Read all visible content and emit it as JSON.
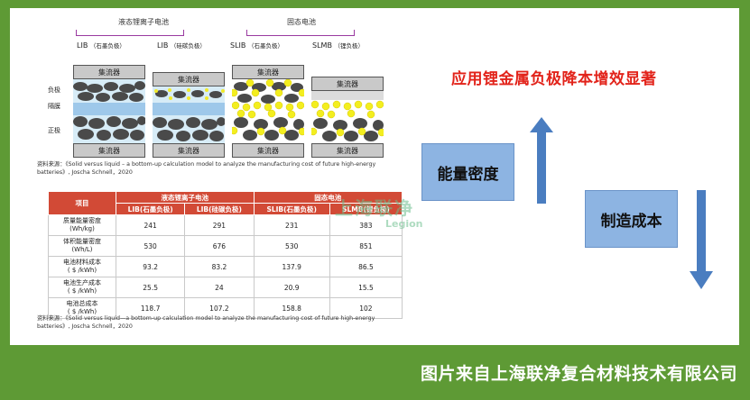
{
  "figure": {
    "group_left": "液态锂离子电池",
    "group_right": "固态电池",
    "cells": [
      {
        "name": "LIB",
        "sub": "（石墨负极）"
      },
      {
        "name": "LIB",
        "sub": "（硅碳负极）"
      },
      {
        "name": "SLIB",
        "sub": "（石墨负极）"
      },
      {
        "name": "SLMB",
        "sub": "（锂负极）"
      }
    ],
    "side_labels": [
      "负极",
      "隔膜",
      "正极"
    ],
    "collector": "集流器",
    "source": "资料来源：《Solid versus liquid – a bottom-up calculation model to analyze the manufacturing cost of future high-energy batteries》, Joscha Schnell，2020"
  },
  "table": {
    "header_item": "项目",
    "group_left": "液态锂离子电池",
    "group_right": "固态电池",
    "columns": [
      "LIB(石墨负极)",
      "LIB(硅碳负极)",
      "SLIB(石墨负极)",
      "SLMB(锂负极)"
    ],
    "rows": [
      {
        "label1": "质量能量密度",
        "label2": "(Wh/kg)",
        "values": [
          "241",
          "291",
          "231",
          "383"
        ]
      },
      {
        "label1": "体积能量密度",
        "label2": "(Wh/L)",
        "values": [
          "530",
          "676",
          "530",
          "851"
        ]
      },
      {
        "label1": "电池材料成本",
        "label2": "( $ /kWh)",
        "values": [
          "93.2",
          "83.2",
          "137.9",
          "86.5"
        ]
      },
      {
        "label1": "电池生产成本",
        "label2": "( $ /kWh)",
        "values": [
          "25.5",
          "24",
          "20.9",
          "15.5"
        ]
      },
      {
        "label1": "电池总成本",
        "label2": "( $ /kWh)",
        "values": [
          "118.7",
          "107.2",
          "158.8",
          "102"
        ]
      }
    ],
    "source": "资料来源：《Solid versus liquid—a bottom-up calculation model to analyze the manufacturing cost of future high-energy batteries》, Joscha Schnell，2020"
  },
  "right": {
    "title": "应用锂金属负极降本增效显著",
    "energy_label": "能量密度",
    "cost_label": "制造成本"
  },
  "watermark": {
    "cn": "上海联净",
    "en": "Legion"
  },
  "footer": "图片来自上海联净复合材料技术有限公司",
  "colors": {
    "bg_green": "#5e9a35",
    "title_red": "#e2231a",
    "table_header": "#d24a36",
    "box_blue": "#8db4e2",
    "arrow_blue": "#4a7dc0"
  }
}
